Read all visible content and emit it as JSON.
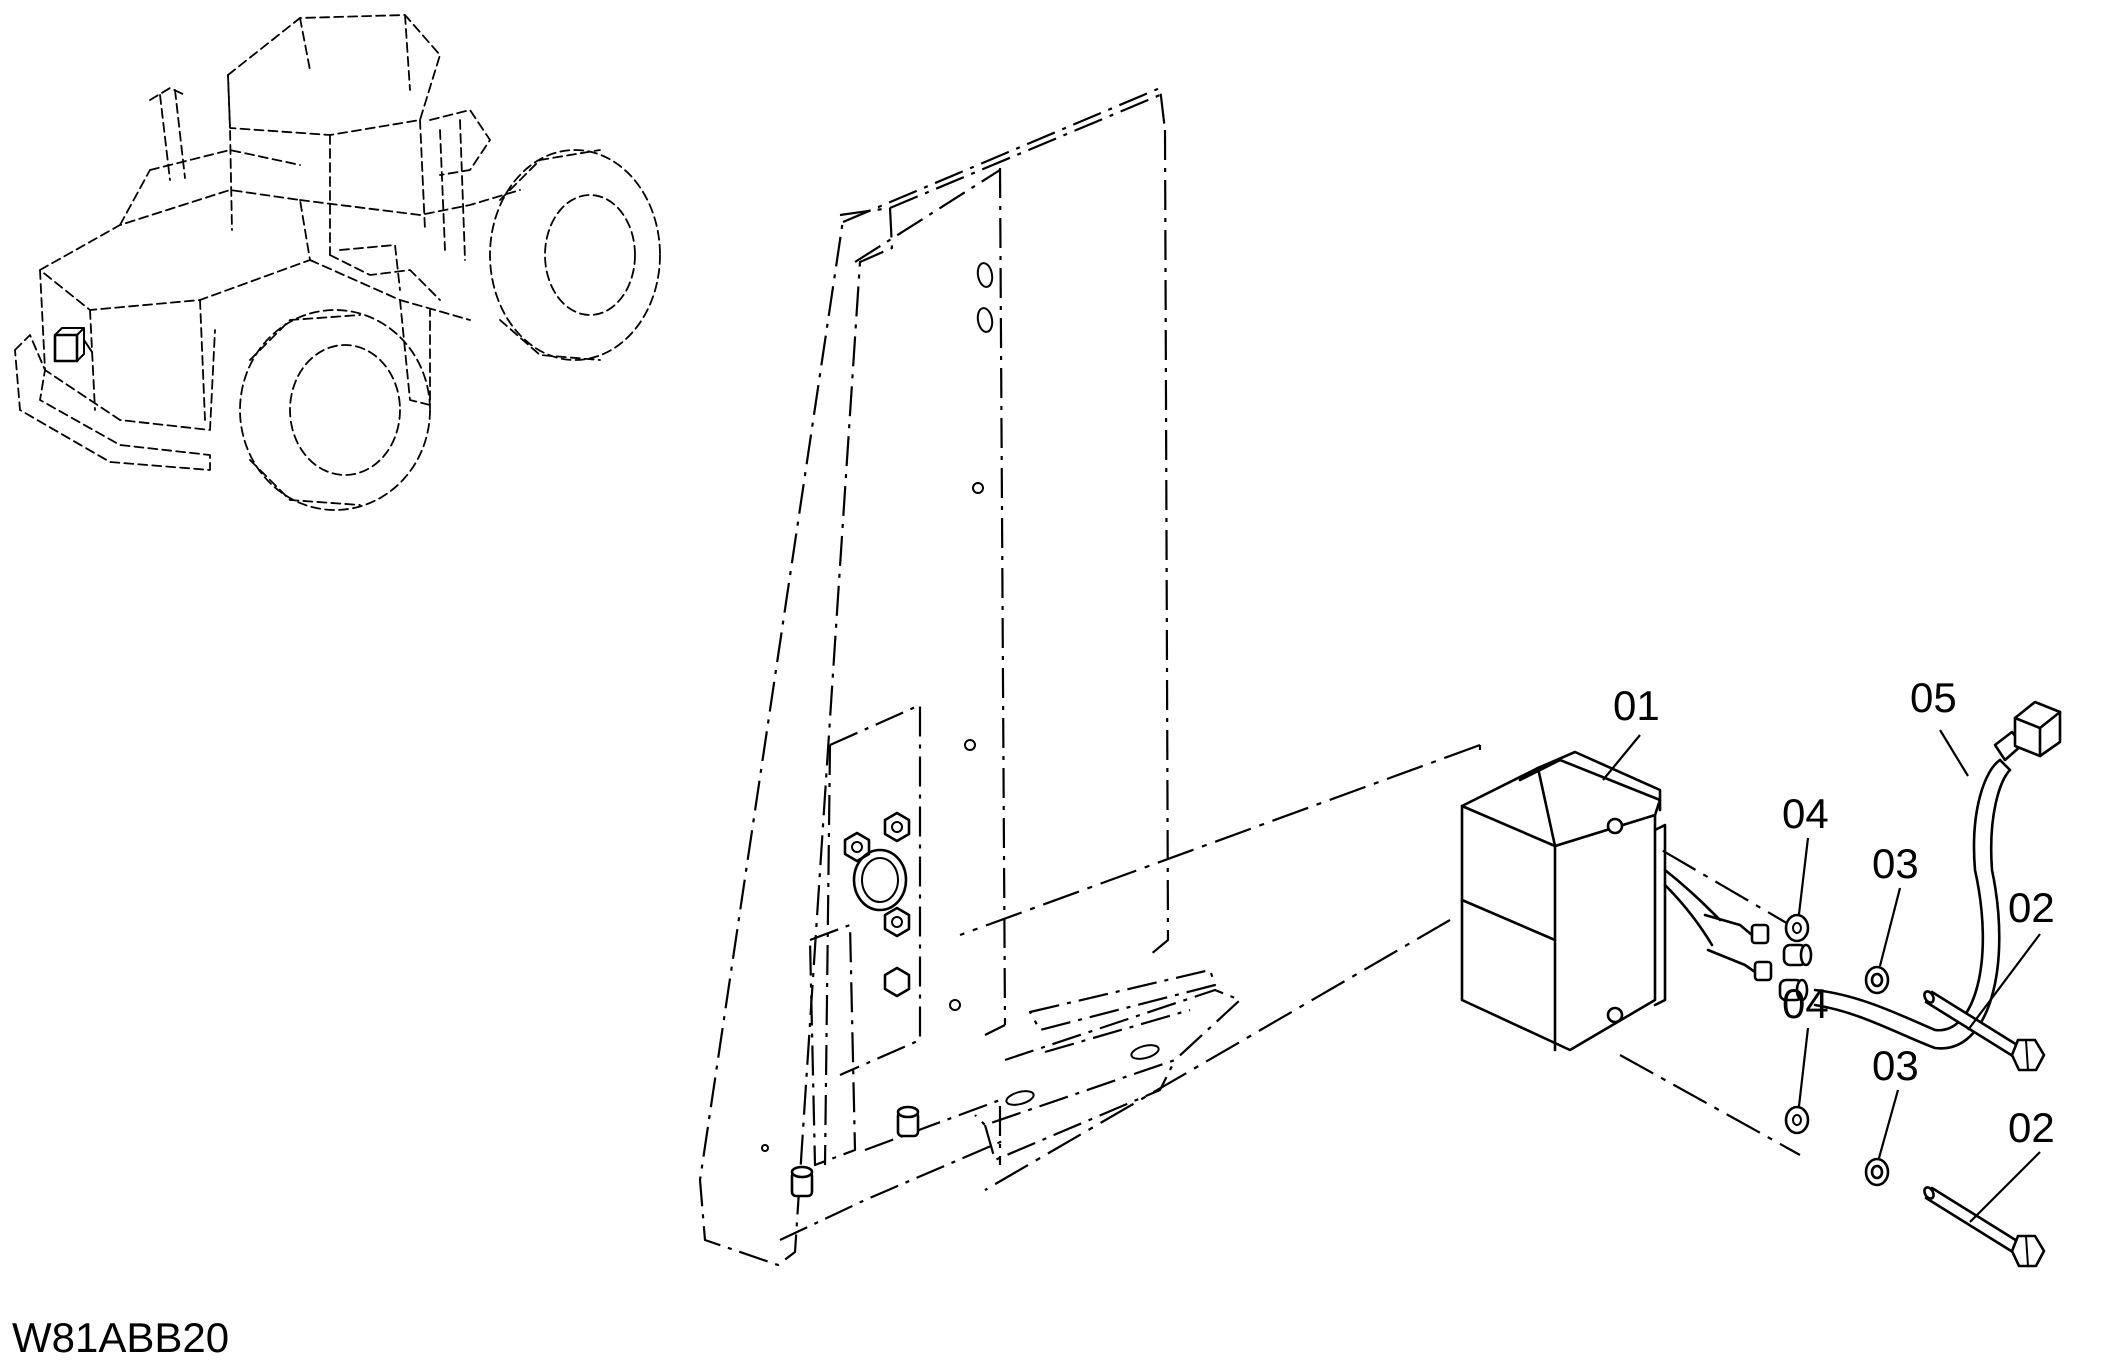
{
  "drawing_code": "W81ABB20",
  "callouts": [
    {
      "id": "01",
      "label": "01"
    },
    {
      "id": "05",
      "label": "05"
    },
    {
      "id": "04a",
      "label": "04"
    },
    {
      "id": "03a",
      "label": "03"
    },
    {
      "id": "02a",
      "label": "02"
    },
    {
      "id": "04b",
      "label": "04"
    },
    {
      "id": "03b",
      "label": "03"
    },
    {
      "id": "02b",
      "label": "02"
    }
  ]
}
